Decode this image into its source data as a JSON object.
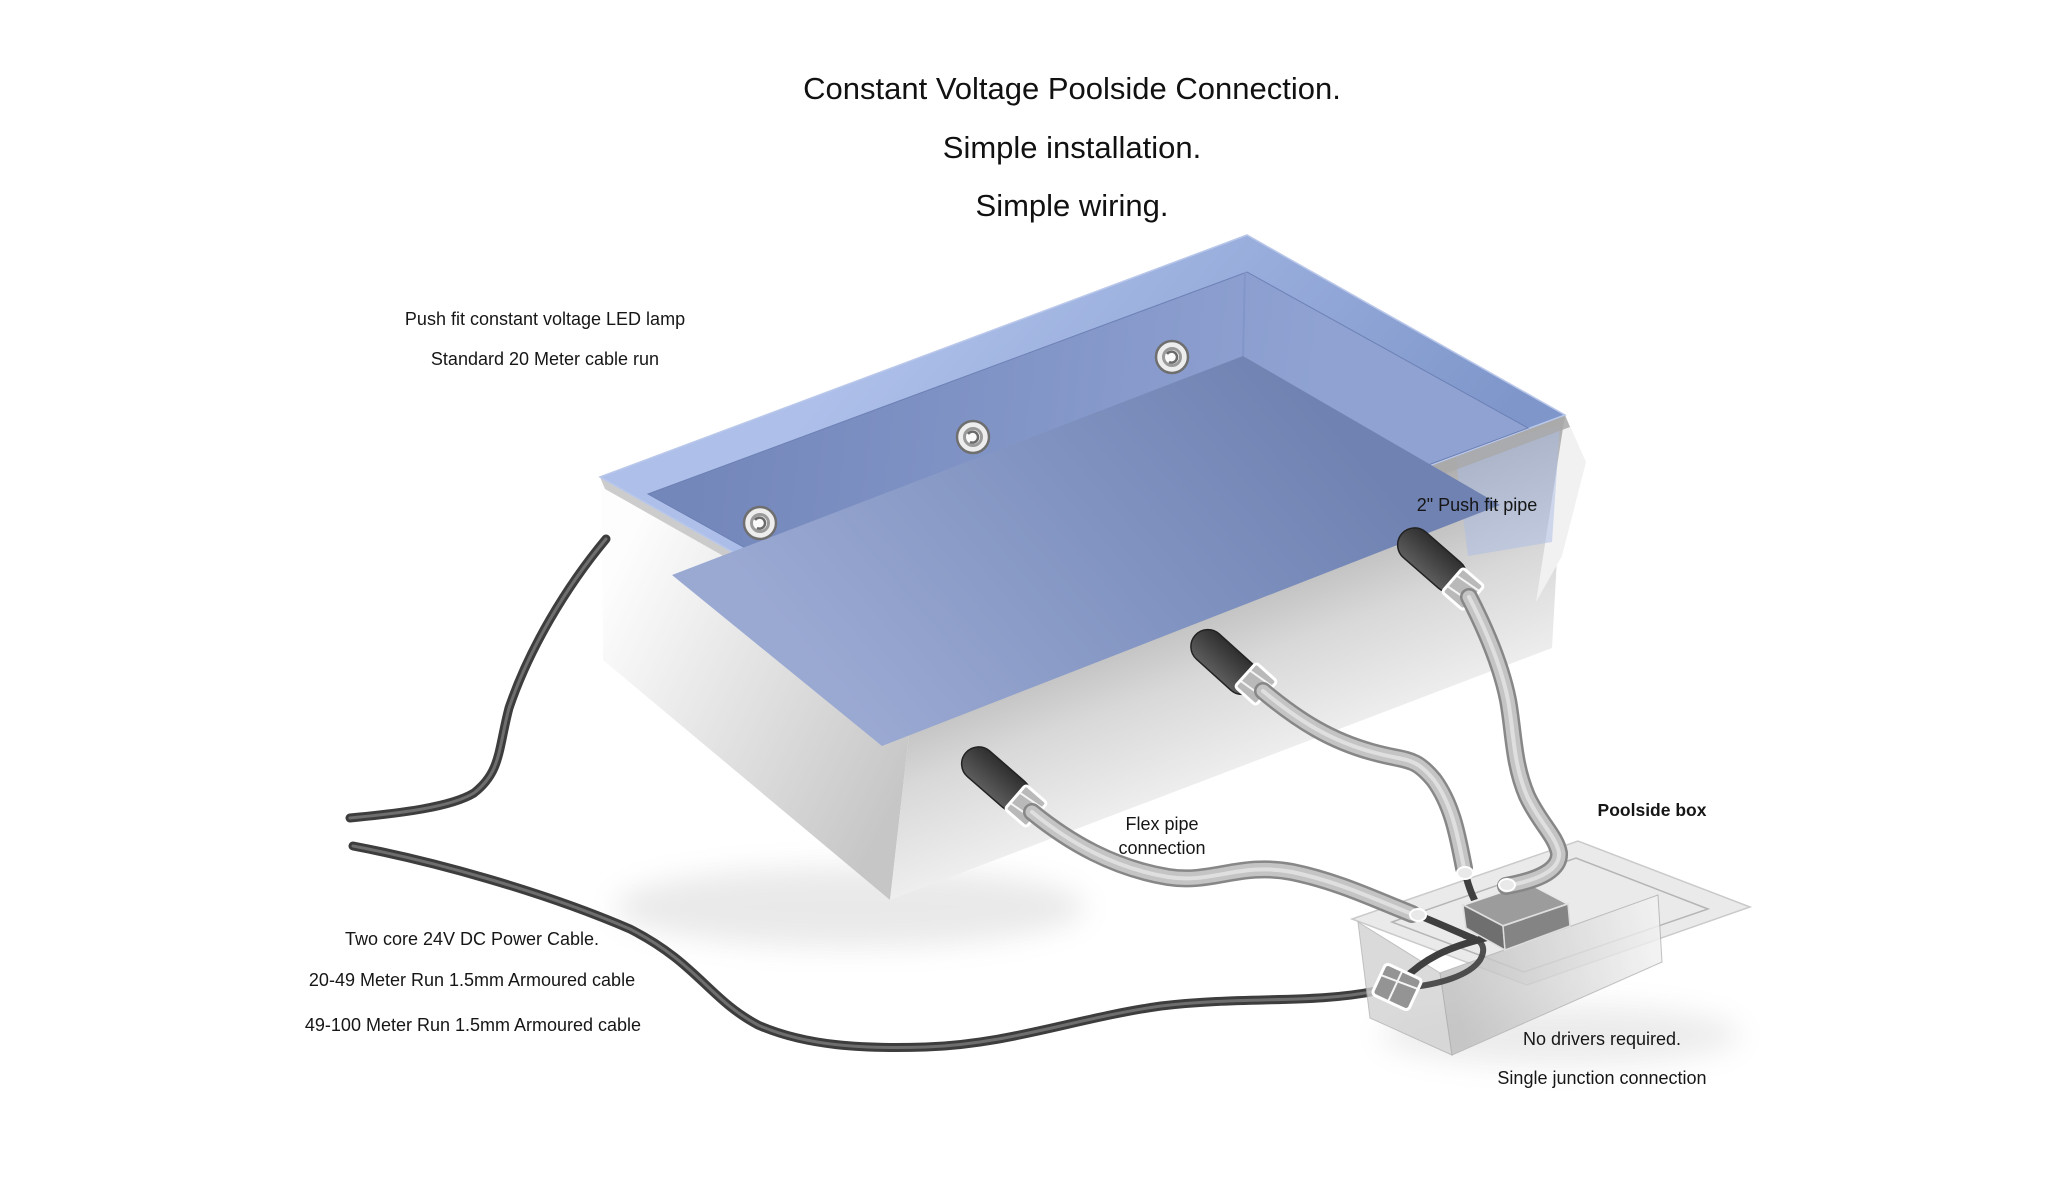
{
  "title": {
    "line1": "Constant Voltage Poolside Connection.",
    "line2": "Simple installation.",
    "line3": "Simple wiring."
  },
  "labels": {
    "led_lamp_line1": "Push fit constant voltage LED lamp",
    "led_lamp_line2": "Standard 20 Meter cable run",
    "push_fit_pipe": "2\" Push fit pipe",
    "flex_pipe": "Flex pipe connection",
    "poolside_box": "Poolside box",
    "power_cable_line1": "Two core 24V DC Power Cable.",
    "power_cable_line2": "20-49 Meter Run 1.5mm Armoured cable",
    "power_cable_line3": "49-100 Meter Run 1.5mm Armoured cable",
    "no_drivers_line1": "No drivers required.",
    "no_drivers_line2": "Single junction connection"
  },
  "diagram": {
    "led_lamp_count": 3,
    "flex_pipe_count": 3,
    "colors": {
      "pool_rim": "#8CA4D6",
      "pool_inner_wall": "#7487BB",
      "pool_water": "#7C8EBC",
      "wall_gray": "#D9D9D9",
      "pipe_gray": "#C4C4C4",
      "cable_dark": "#3D3D3D",
      "text": "#161616"
    }
  }
}
